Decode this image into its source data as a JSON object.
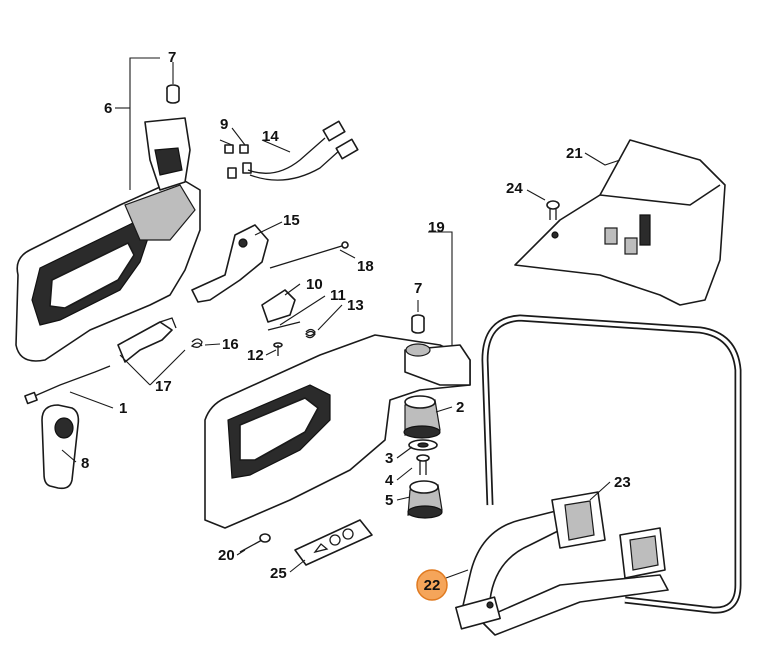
{
  "callouts": {
    "c1": "1",
    "c2": "2",
    "c3": "3",
    "c4": "4",
    "c5": "5",
    "c6": "6",
    "c7a": "7",
    "c7b": "7",
    "c8": "8",
    "c9": "9",
    "c10": "10",
    "c11": "11",
    "c12": "12",
    "c13": "13",
    "c14": "14",
    "c15": "15",
    "c16": "16",
    "c17": "17",
    "c18": "18",
    "c19": "19",
    "c20": "20",
    "c21": "21",
    "c22": "22",
    "c23": "23",
    "c24": "24",
    "c25": "25"
  },
  "highlight": {
    "part": "22",
    "color": "#f5a55a",
    "stroke": "#e07a20"
  }
}
